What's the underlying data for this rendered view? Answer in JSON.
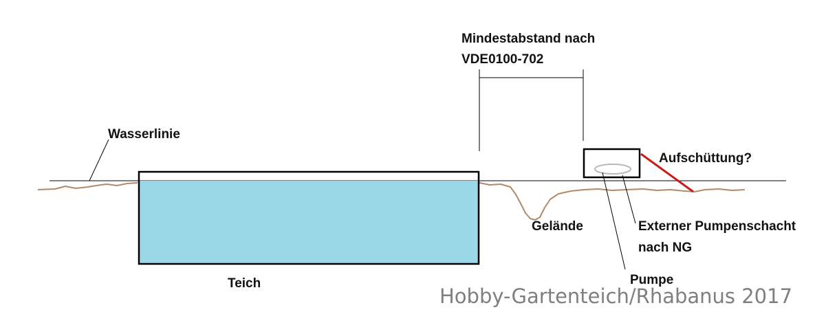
{
  "labels": {
    "distance_line1": "Mindestabstand nach",
    "distance_line2": "VDE0100-702",
    "waterline": "Wasserlinie",
    "fill": "Aufschüttung?",
    "terrain": "Gelände",
    "shaft_line1": "Externer Pumpenschacht",
    "shaft_line2": "nach NG",
    "pond": "Teich",
    "pump": "Pumpe"
  },
  "watermark": "Hobby-Gartenteich/Rhabanus 2017",
  "colors": {
    "water": "#9ad8e8",
    "terrain": "#b08a6a",
    "fill_line": "#cc1a1a",
    "outline": "#000000",
    "pump_ring": "#b8b8b8",
    "watermark": "#7f7f7f"
  }
}
